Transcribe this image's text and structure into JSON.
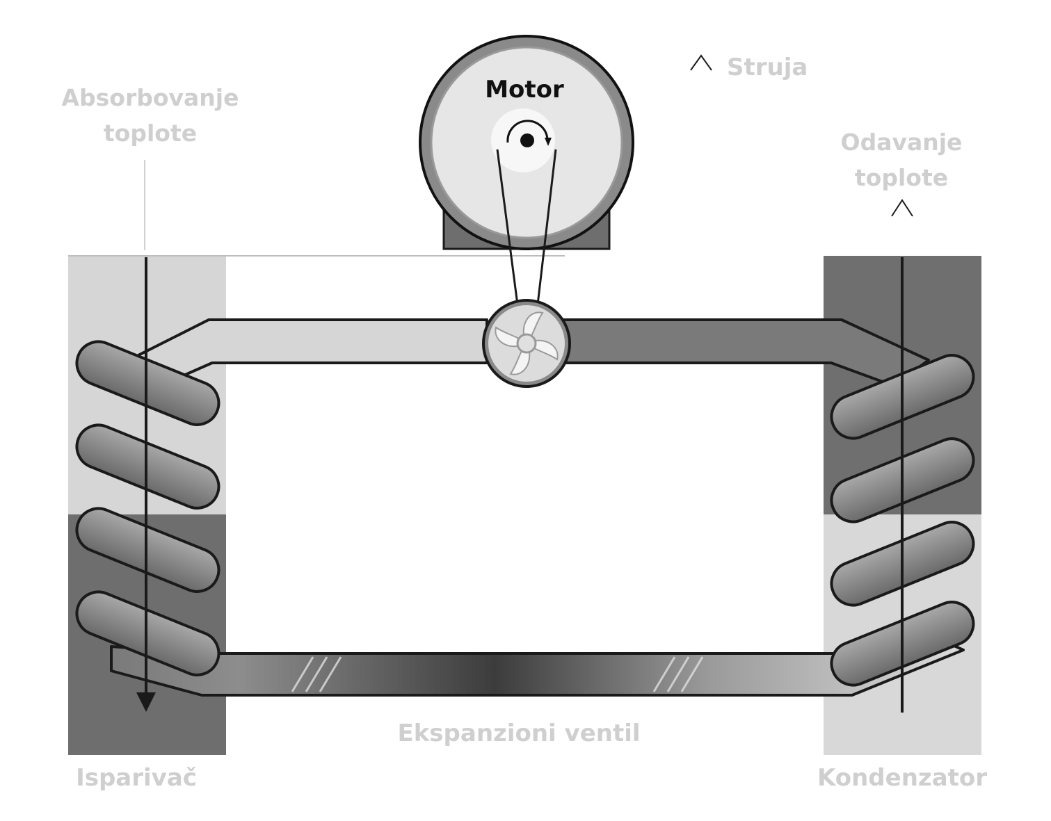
{
  "labels": {
    "motor": "Motor",
    "struja": "Struja",
    "absorb_line1": "Absorbovanje",
    "absorb_line2": "toplote",
    "release_line1": "Odavanje",
    "release_line2": "toplote",
    "valve": "Ekspanzioni ventil",
    "evaporator": "Isparivač",
    "condenser": "Kondenzator"
  },
  "colors": {
    "label_gray": "#cfcfcf",
    "motor_text": "#111111",
    "pipe_light": "#d6d6d6",
    "pipe_dark": "#7a7a7a",
    "panel_light": "#d9d9d9",
    "panel_dark": "#6f6f6f",
    "outline": "#1a1a1a"
  },
  "icons": {
    "current": "arrow-up-caret-icon",
    "heat_out": "arrow-up-caret-icon",
    "flow": "arrow-down-icon",
    "rotation": "clockwise-rotation-icon",
    "compressor": "fan-icon"
  }
}
